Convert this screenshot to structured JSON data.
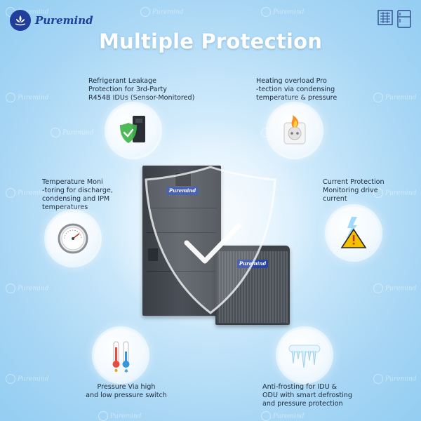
{
  "brand": {
    "name": "Puremind",
    "watermark": "Puremind"
  },
  "title": "Multiple Protection",
  "icons": {
    "logo": "lotus-logo-icon",
    "top_right": [
      "air-handler-grid-icon",
      "refrigerator-icon"
    ],
    "center": "checkmark-shield-icon"
  },
  "features": [
    {
      "icon": "refrigerant-leak-shield-icon",
      "label": "Refrigerant Leakage\nProtection for 3rd-Party\nR454B IDUs (Sensor-Monitored)"
    },
    {
      "icon": "overheat-plug-icon",
      "label": "Heating overload Pro\n-tection via condensing\ntemperature & pressure"
    },
    {
      "icon": "temperature-gauge-icon",
      "label": "Temperature Moni\n-toring for discharge,\ncondensing and IPM\ntemperatures"
    },
    {
      "icon": "lightning-warning-icon",
      "label": "Current Protection\nMonitoring drive\ncurrent"
    },
    {
      "icon": "thermometers-icon",
      "label": "Pressure Via high\nand low pressure switch"
    },
    {
      "icon": "icicles-icon",
      "label": "Anti-frosting for IDU &\nODU with smart defrosting\nand pressure protection"
    }
  ],
  "colors": {
    "brand_blue": "#1f3f9a",
    "background": "#a9d7f5",
    "warning_yellow": "#f2c200",
    "shield_green": "#3fb44a"
  }
}
